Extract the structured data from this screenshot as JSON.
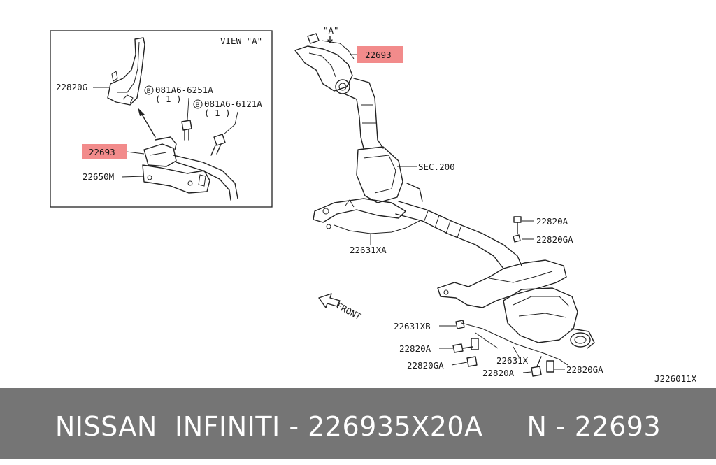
{
  "diagram": {
    "view_label": "VIEW \"A\"",
    "marker_a": "\"A\"",
    "front_label": "FRONT",
    "sec_label": "SEC.200",
    "figure_code": "J226011X",
    "highlight_color": "#f28b8b",
    "parts": {
      "p22820g": "22820G",
      "bolt1_code": "081A6-6251A",
      "bolt1_qty": "( 1 )",
      "bolt2_code": "081A6-6121A",
      "bolt2_qty": "( 1 )",
      "b_symbol": "B",
      "p22693_inset": "22693",
      "p22650m": "22650M",
      "p22693_main": "22693",
      "p22631xa": "22631XA",
      "p22820a_top": "22820A",
      "p22820ga_top": "22820GA",
      "p22631xb": "22631XB",
      "p22820a_mid": "22820A",
      "p22820ga_mid": "22820GA",
      "p22631x": "22631X",
      "p22820a_bot": "22820A",
      "p22820ga_bot": "22820GA"
    }
  },
  "banner": {
    "text": "NISSAN  INFINITI - 226935X20A     N - 22693",
    "background": "#757575"
  }
}
